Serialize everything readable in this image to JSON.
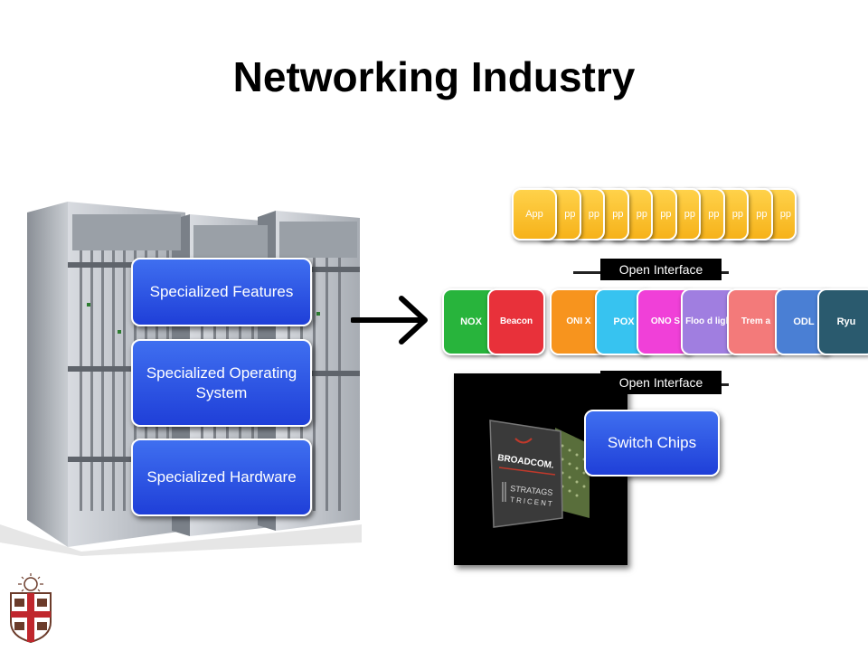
{
  "title": "Networking Industry",
  "specialized_boxes": {
    "features": "Specialized Features",
    "operating_system": "Specialized Operating System",
    "hardware": "Specialized Hardware"
  },
  "apps": {
    "front_label": "App",
    "back_label": "pp"
  },
  "open_interface": {
    "top": "Open Interface",
    "bottom": "Open Interface"
  },
  "controllers": [
    {
      "label": "NOX",
      "color": "#28b43c"
    },
    {
      "label": "Beacon",
      "color": "#e8313a"
    },
    {
      "label": "ONI X",
      "color": "#f7941e"
    },
    {
      "label": "POX",
      "color": "#37c3f0"
    },
    {
      "label": "ONO S",
      "color": "#f040d8"
    },
    {
      "label": "Floo d light",
      "color": "#a07ee0"
    },
    {
      "label": "Trem a",
      "color": "#f37a7a"
    },
    {
      "label": "ODL",
      "color": "#4a7fd4"
    },
    {
      "label": "Ryu",
      "color": "#2a5a6e"
    }
  ],
  "switch_chips": "Switch Chips",
  "chip_branding": {
    "brand": "BROADCOM.",
    "line1": "STRATAGS",
    "line2": "TRICENT"
  },
  "colors": {
    "specialized_blue": "#2a4fe0",
    "app_yellow": "#f9c02e",
    "switch_chips_blue": "#2a4fe0"
  }
}
